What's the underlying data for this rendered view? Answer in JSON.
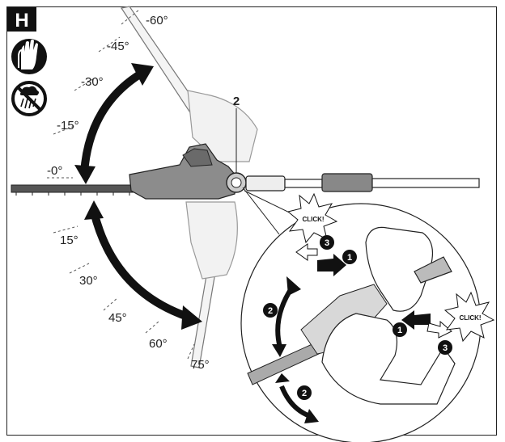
{
  "panel_letter": "H",
  "part_number": "2",
  "click_text": "CLICK!",
  "step_numbers": {
    "one": "1",
    "two": "2",
    "three": "3"
  },
  "angles": [
    "-60°",
    "-45°",
    "-30°",
    "-15°",
    "-0°",
    "15°",
    "30°",
    "45°",
    "60°",
    "75°"
  ],
  "icons": {
    "gloves": "protective-gloves-icon",
    "no_rain": "no-rain-icon"
  }
}
